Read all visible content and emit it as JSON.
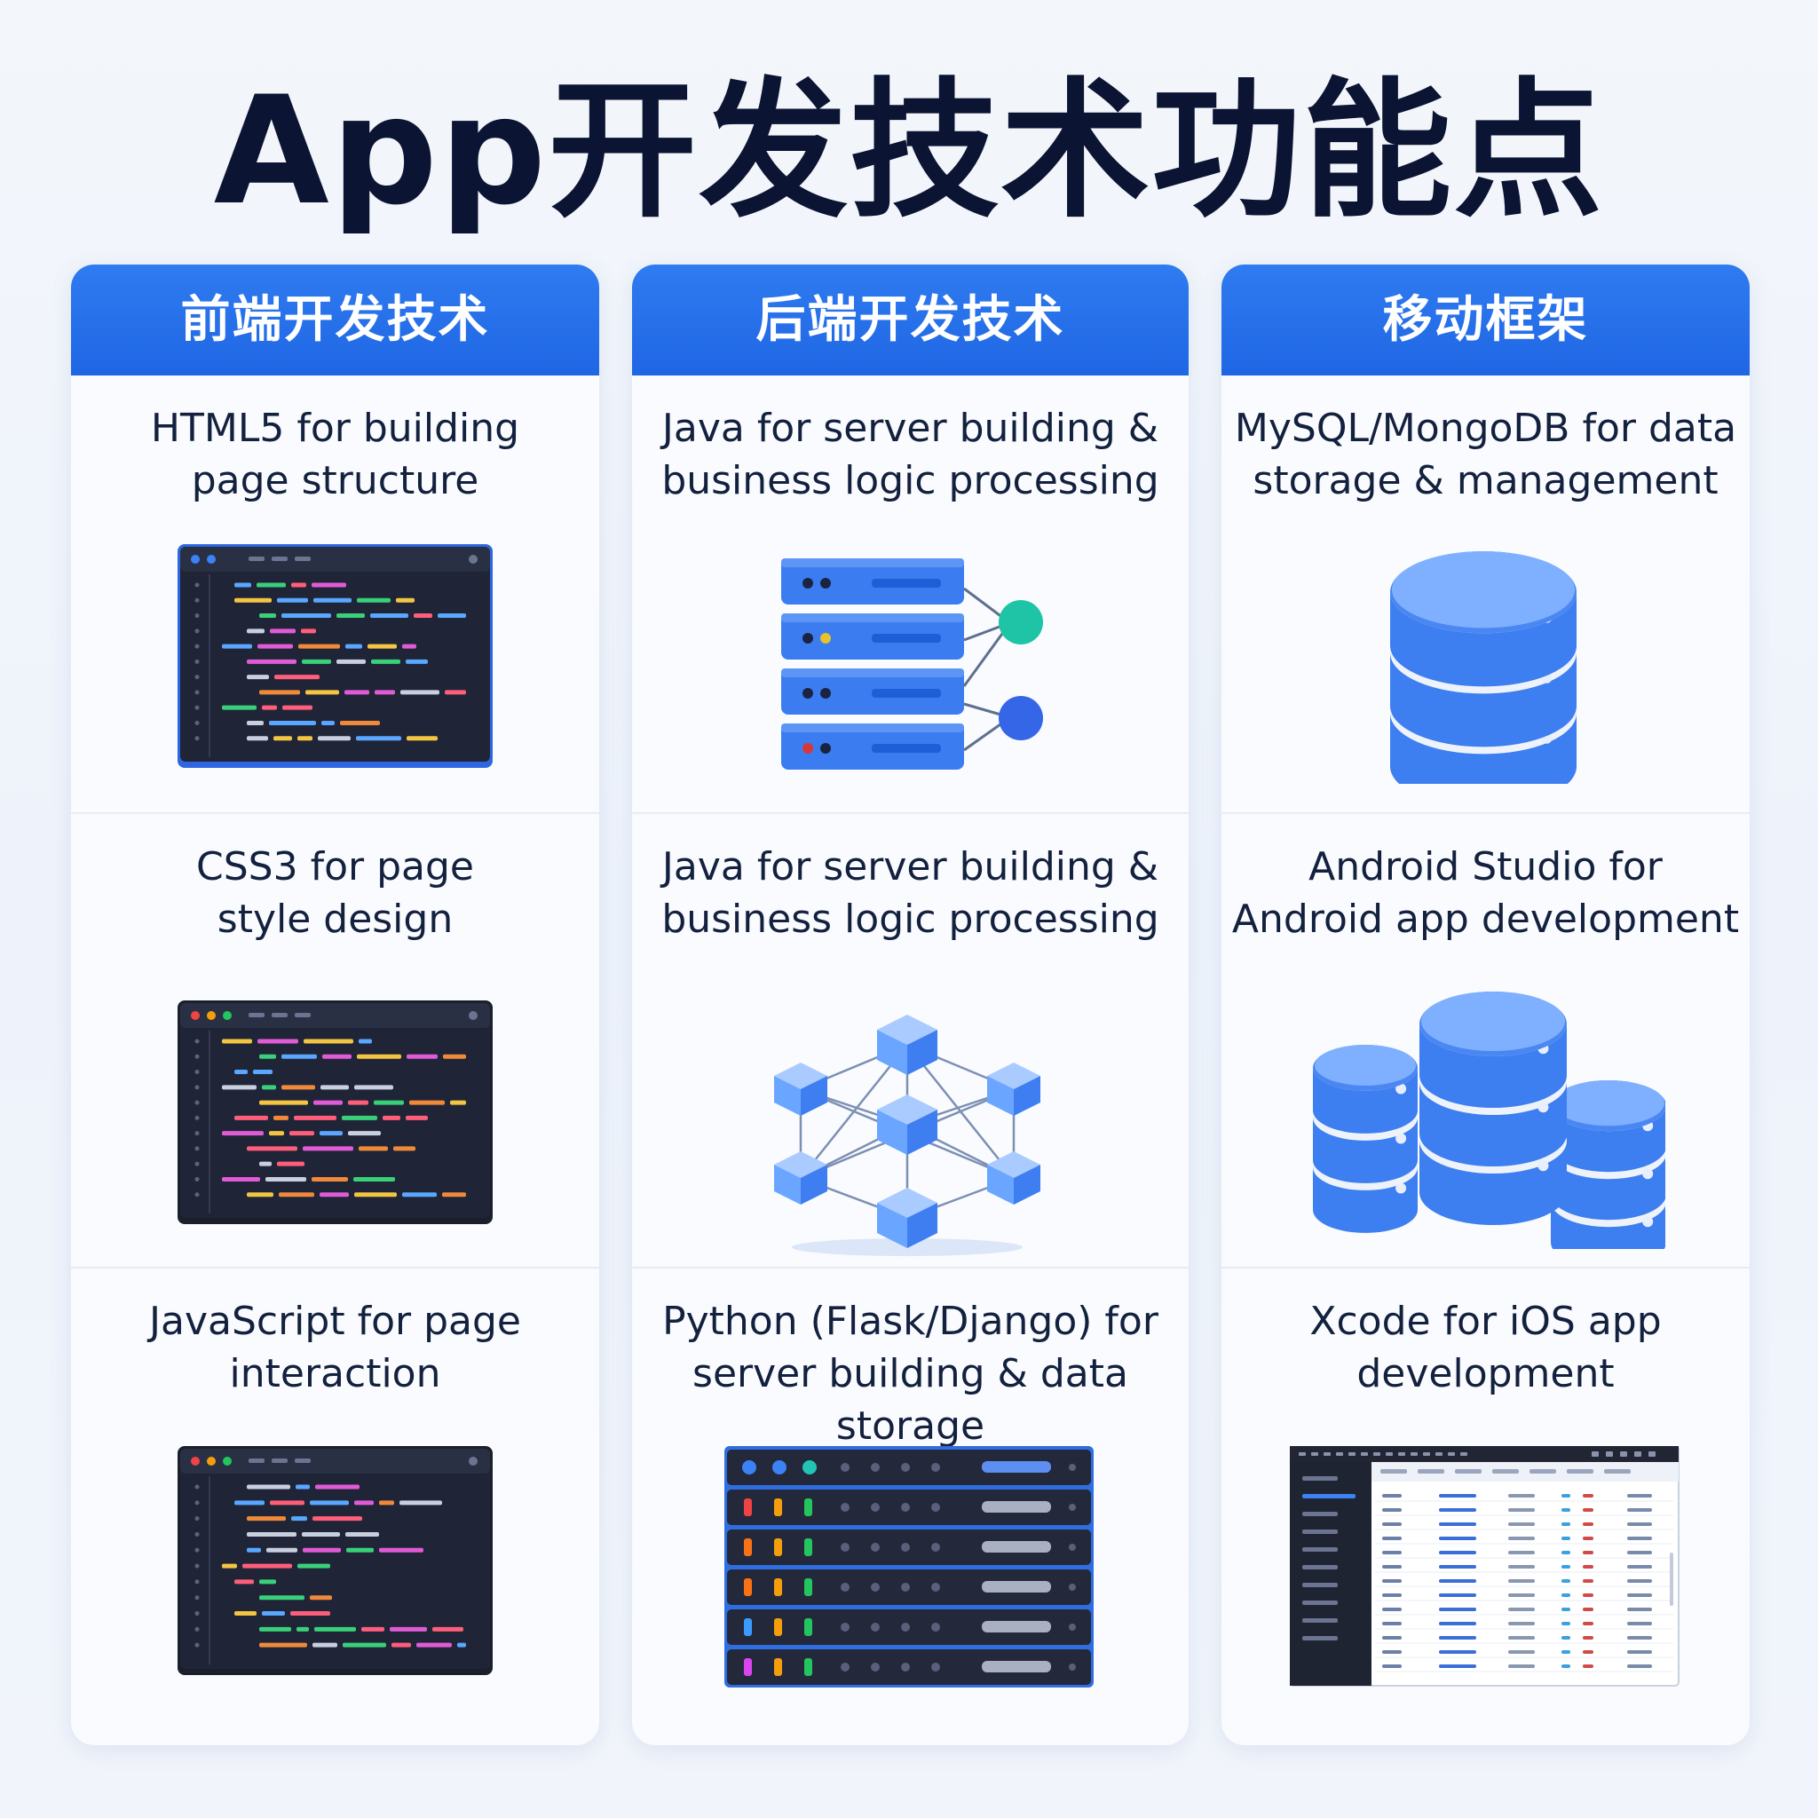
{
  "title": "App开发技术功能点",
  "colors": {
    "header_blue": "#2370eb",
    "code_bg": "#1f2537",
    "code_border": "#2f6fe8",
    "db_blue": "#3d7ef0",
    "teal": "#1fc4a6"
  },
  "columns": [
    {
      "header": "前端开发技术",
      "cells": [
        {
          "text": "HTML5 for building\npage structure",
          "icon": "code-editor-icon"
        },
        {
          "text": "CSS3 for page\nstyle design",
          "icon": "code-editor-icon"
        },
        {
          "text": "JavaScript for page\ninteraction",
          "icon": "code-editor-icon"
        }
      ]
    },
    {
      "header": "后端开发技术",
      "cells": [
        {
          "text": "Java for server building &\nbusiness logic processing",
          "icon": "server-stack-icon"
        },
        {
          "text": "Java for server building &\nbusiness logic processing",
          "icon": "cube-network-icon"
        },
        {
          "text": "Python (Flask/Django) for\nserver building & data storage",
          "icon": "server-rack-icon"
        }
      ]
    },
    {
      "header": "移动框架",
      "cells": [
        {
          "text": "MySQL/MongoDB for data\nstorage & management",
          "icon": "database-icon"
        },
        {
          "text": "Android Studio for\nAndroid app development",
          "icon": "database-cluster-icon"
        },
        {
          "text": "Xcode for iOS app\ndevelopment",
          "icon": "ide-window-icon"
        }
      ]
    }
  ]
}
